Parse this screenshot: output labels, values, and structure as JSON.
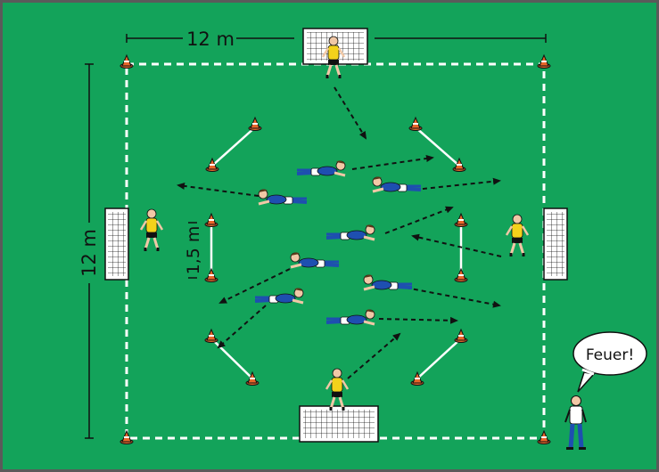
{
  "colors": {
    "pitch": "#13a35a",
    "border": "#5a5a5a",
    "lines": "#ffffff",
    "cone": "#e8672a",
    "arrow": "#111111",
    "player_shirt": "#1e4fb0",
    "keeper_shirt": "#f3d21b"
  },
  "labels": {
    "width_dim": "12 m",
    "height_dim": "12 m",
    "gate_dim": "1,5 m",
    "speech": "Feuer!"
  },
  "icons": {
    "cone": "training-cone-icon",
    "goal": "goal-icon",
    "player_lying": "lying-player-icon",
    "goalkeeper": "goalkeeper-icon",
    "coach": "coach-icon",
    "speech_bubble": "speech-bubble-icon"
  }
}
